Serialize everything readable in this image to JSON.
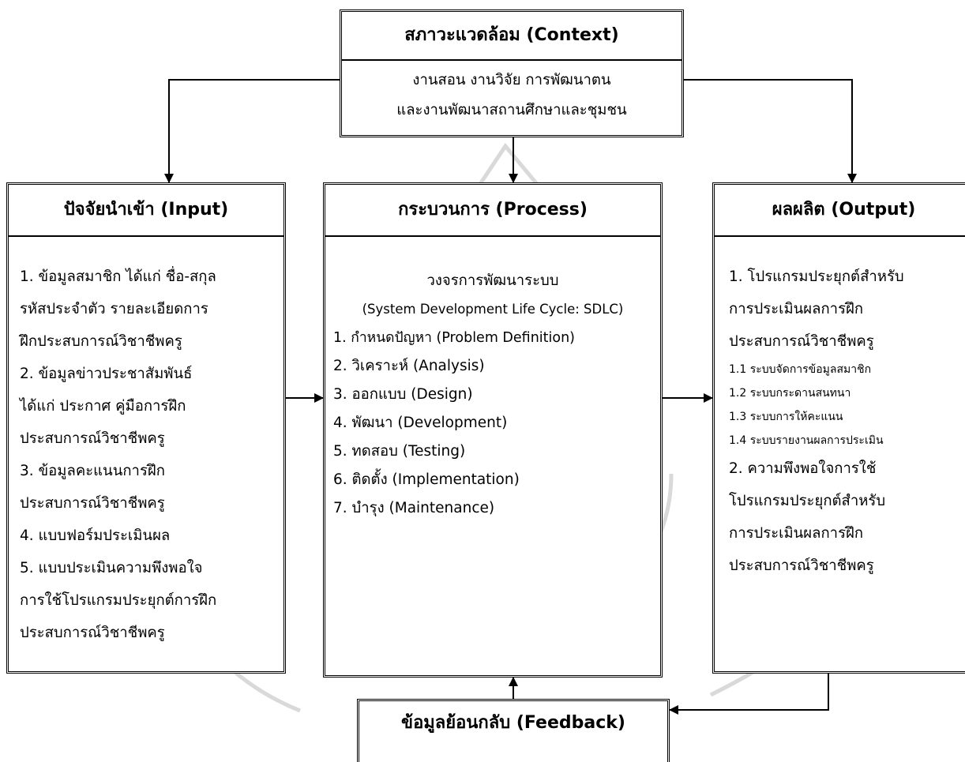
{
  "context": {
    "title": "สภาวะแวดล้อม (Context)",
    "lines": [
      "งานสอน งานวิจัย การพัฒนาตน",
      "และงานพัฒนาสถานศึกษาและชุมชน"
    ]
  },
  "input": {
    "title": "ปัจจัยนำเข้า (Input)",
    "lines": [
      "1. ข้อมูลสมาชิก ได้แก่ ชื่อ-สกุล",
      "รหัสประจำตัว รายละเอียดการ",
      "ฝึกประสบการณ์วิชาชีพครู",
      "2. ข้อมูลข่าวประชาสัมพันธ์",
      "ได้แก่ ประกาศ คู่มือการฝึก",
      "ประสบการณ์วิชาชีพครู",
      "3. ข้อมูลคะแนนการฝึก",
      "ประสบการณ์วิชาชีพครู",
      "4. แบบฟอร์มประเมินผล",
      "5. แบบประเมินความพึงพอใจ",
      "การใช้โปรแกรมประยุกต์การฝึก",
      "ประสบการณ์วิชาชีพครู"
    ]
  },
  "process": {
    "title": "กระบวนการ (Process)",
    "subtitle": "วงจรการพัฒนาระบบ",
    "subtitle2": "(System Development Life Cycle: SDLC)",
    "lines": [
      "1. กำหนดปัญหา (Problem Definition)",
      "2. วิเคราะห์ (Analysis)",
      "3. ออกแบบ (Design)",
      "4. พัฒนา (Development)",
      "5. ทดสอบ (Testing)",
      "6. ติดตั้ง (Implementation)",
      "7. บำรุง (Maintenance)"
    ]
  },
  "output": {
    "title": "ผลผลิต (Output)",
    "lines": [
      "1. โปรแกรมประยุกต์สำหรับ",
      "การประเมินผลการฝึก",
      "ประสบการณ์วิชาชีพครู"
    ],
    "sub_lines": [
      "1.1 ระบบจัดการข้อมูลสมาชิก",
      "1.2 ระบบกระดานสนทนา",
      "1.3 ระบบการให้คะแนน",
      "1.4 ระบบรายงานผลการประเมิน"
    ],
    "lines2": [
      "2. ความพึงพอใจการใช้",
      "โปรแกรมประยุกต์สำหรับ",
      "การประเมินผลการฝึก",
      "ประสบการณ์วิชาชีพครู"
    ]
  },
  "feedback": {
    "title": "ข้อมูลย้อนกลับ (Feedback)"
  },
  "colors": {
    "stroke": "#000000",
    "background": "#ffffff",
    "watermark": "#d9d9d9"
  }
}
